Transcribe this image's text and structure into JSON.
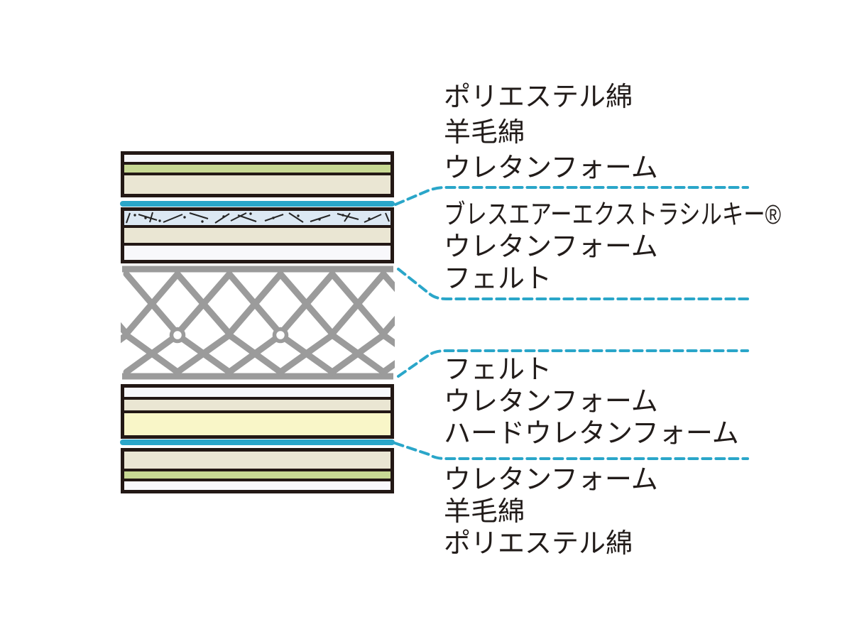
{
  "colors": {
    "accent_cyan": "#2AA6C9",
    "spring_gray": "#9B9B9B",
    "outline_black": "#231815",
    "layer_white": "#F8F8FB",
    "layer_green": "#C8D994",
    "layer_beige": "#EAE6D3",
    "layer_yellow": "#F9F6C8",
    "layer_breathair": "#DCE8F3",
    "text_black": "#221C1A"
  },
  "label_groups": {
    "top": {
      "lines": [
        "ポリエステル綿",
        "羊毛綿",
        "ウレタンフォーム"
      ]
    },
    "upper_middle": {
      "lines": [
        "ブレスエアーエクストラシルキー®",
        "ウレタンフォーム",
        "フェルト"
      ]
    },
    "lower_middle": {
      "lines": [
        "フェルト",
        "ウレタンフォーム",
        "ハードウレタンフォーム"
      ]
    },
    "bottom": {
      "lines": [
        "ウレタンフォーム",
        "羊毛綿",
        "ポリエステル綿"
      ]
    }
  }
}
